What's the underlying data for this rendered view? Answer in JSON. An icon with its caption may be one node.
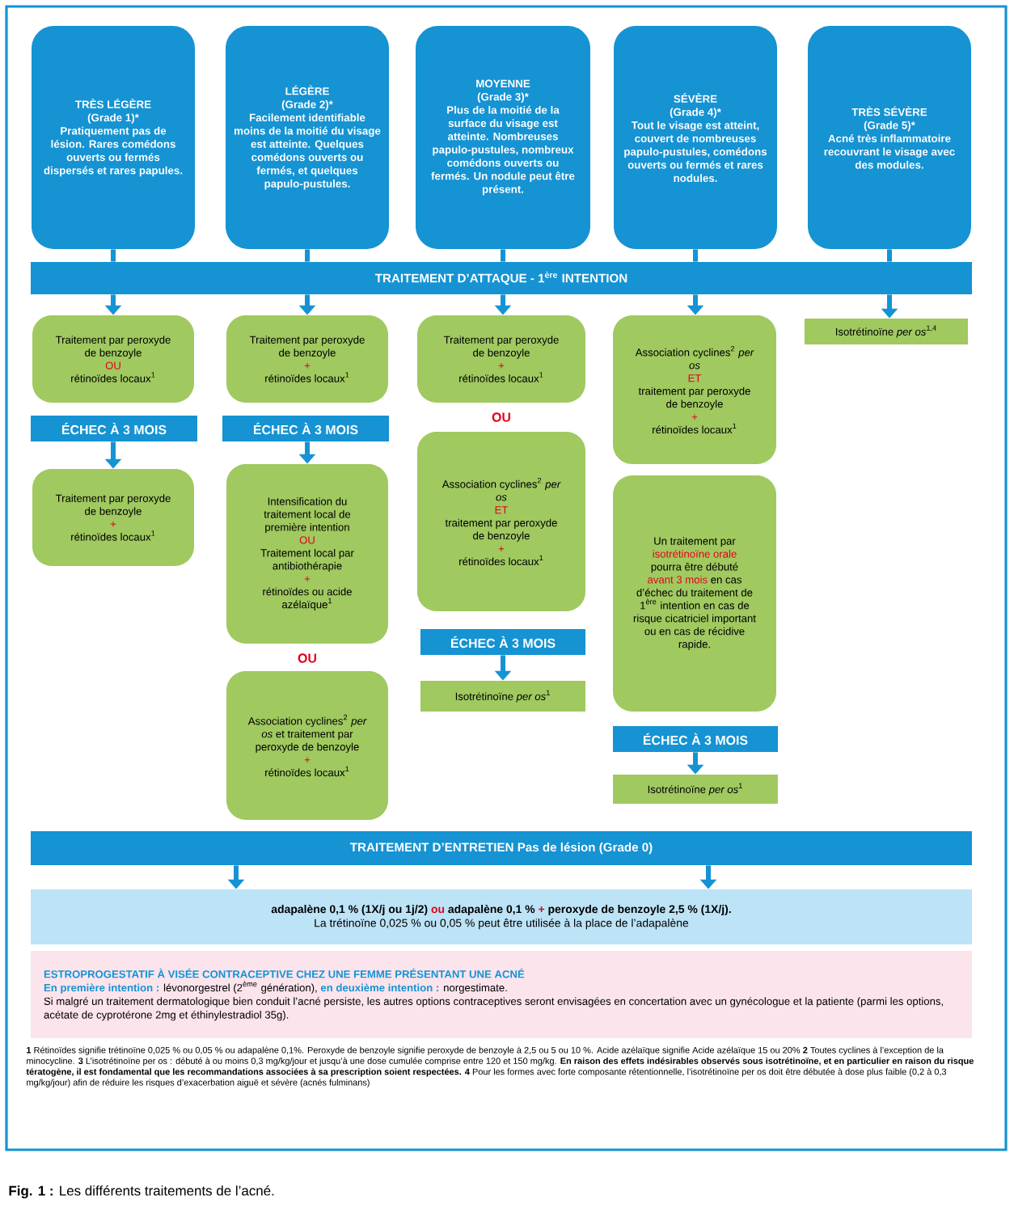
{
  "diagram": {
    "caption": "**Fig. 1 :** Les différents traitements de l’acné.",
    "nodes": [
      {
        "text": [
          "TRÈS LÉGÈRE",
          "(Grade 1)*",
          "Pratiquement pas de lésion. Rares comédons ouverts ou fermés dispersés et rares papules."
        ]
      },
      {
        "text": [
          "LÉGÈRE",
          "(Grade 2)*",
          "Facilement identifiable moins de la moitié du visage est atteinte. Quelques comédons ouverts ou fermés, et quelques papulo-pustules."
        ]
      },
      {
        "text": [
          "MOYENNE",
          "(Grade 3)*",
          "Plus de la moitié de la surface du visage est atteinte. Nombreuses papulo-pustules, nombreux comédons ouverts ou fermés. Un nodule peut être présent."
        ]
      },
      {
        "text": [
          "SÉVÈRE",
          "(Grade 4)*",
          "Tout le visage est atteint, couvert de nombreuses papulo-pustules, comédons ouverts ou fermés et rares nodules."
        ]
      },
      {
        "text": [
          "TRÈS SÉVÈRE",
          "(Grade 5)*",
          "Acné très inflammatoire recouvrant le visage avec des modules."
        ]
      },
      {
        "text": [
          "TRAITEMENT D’ATTAQUE - 1$^{ère}$ INTENTION"
        ]
      },
      {
        "text": [
          "Traitement par peroxyde de benzoyle",
          "OU",
          "rétinoïdes locaux$^{1}$"
        ]
      },
      {
        "text": [
          "ÉCHEC À 3 MOIS"
        ]
      },
      {
        "text": [
          "Traitement par peroxyde de benzoyle",
          "+",
          "rétinoïdes locaux$^{1}$"
        ]
      },
      {
        "text": [
          "Traitement par peroxyde de benzoyle",
          "+",
          "rétinoïdes locaux$^{1}$"
        ]
      },
      {
        "text": [
          "ÉCHEC À 3 MOIS"
        ]
      },
      {
        "text": [
          "Intensification du traitement local de première intention",
          "OU",
          "Traitement local par antibiothérapie",
          "+",
          "rétinoïdes ou acide azélaïque$^{1}$"
        ]
      },
      {
        "text": [
          "Association cyclines$^{2}$ *per os* et traitement par peroxyde de benzoyle",
          "+",
          "rétinoïdes locaux$^{1}$"
        ]
      },
      {
        "text": [
          "Traitement par peroxyde de benzoyle",
          "+",
          "rétinoïdes locaux$^{1}$"
        ]
      },
      {
        "text": [
          "Association cyclines$^{2}$ *per os*",
          "ET",
          "traitement par peroxyde de benzoyle",
          "+",
          "rétinoïdes locaux$^{1}$"
        ]
      },
      {
        "text": [
          "ÉCHEC À 3 MOIS"
        ]
      },
      {
        "text": [
          "Isotrétinoïne *per os*$^{1}$"
        ]
      },
      {
        "text": [
          "Association cyclines$^{2}$ *per os*",
          "ET",
          "traitement par peroxyde de benzoyle",
          "+",
          "rétinoïdes locaux$^{1}$"
        ]
      },
      {
        "text": [
          "Un traitement par",
          "isotrétinoïne orale",
          "pourra être débuté",
          "avant 3 mois",
          "en cas d’échec du traitement de 1$^{ère}$ intention en cas de risque cicatriciel important ou en cas de récidive rapide."
        ]
      },
      {
        "text": [
          "ÉCHEC À 3 MOIS"
        ]
      },
      {
        "text": [
          "Isotrétinoïne *per os*$^{1}$"
        ]
      },
      {
        "text": [
          "Isotrétinoïne *per os*$^{1,4}$"
        ]
      },
      {
        "text": [
          "**TRAITEMENT D’ENTRETIEN** Pas de lésion (Grade 0)"
        ]
      },
      {
        "text": [
          "adapalène 0,1 % (1X/j ou 1j/2)",
          "ou",
          "adapalène 0,1 %",
          "+",
          "peroxyde de benzoyle 2,5 % (1X/j).",
          "La trétinoïne 0,025 % ou 0,05 % peut être utilisée à la place de l’adapalène"
        ]
      },
      {
        "text": [
          "ESTROPROGESTATIF À VISÉE CONTRACEPTIVE CHEZ UNE FEMME PRÉSENTANT UNE ACNÉ",
          "En première intention :",
          "lévonorgestrel (2$^{ème}$ génération),",
          "en deuxième intention :",
          "norgestimate.",
          "Si malgré un traitement dermatologique bien conduit l’acné persiste, les autres options contraceptives seront envisagées en concertation avec un gynécologue et la patiente (parmi les options, acétate de cyprotérone 2mg et éthinylestradiol 35g)."
        ]
      }
    ],
    "edges": [
      {
        "from": 0,
        "to": 5,
        "arrow": "none"
      },
      {
        "from": 1,
        "to": 5,
        "arrow": "none"
      },
      {
        "from": 2,
        "to": 5,
        "arrow": "none"
      },
      {
        "from": 3,
        "to": 5,
        "arrow": "none"
      },
      {
        "from": 4,
        "to": 5,
        "arrow": "none"
      },
      {
        "from": 5,
        "to": 6,
        "arrow": "to"
      },
      {
        "from": 5,
        "to": 9,
        "arrow": "to"
      },
      {
        "from": 5,
        "to": 13,
        "arrow": "to"
      },
      {
        "from": 5,
        "to": 17,
        "arrow": "to"
      },
      {
        "from": 5,
        "to": 21,
        "arrow": "to"
      },
      {
        "from": 7,
        "to": 8,
        "arrow": "to"
      },
      {
        "from": 10,
        "to": 11,
        "arrow": "to"
      },
      {
        "from": 15,
        "to": 16,
        "arrow": "to"
      },
      {
        "from": 19,
        "to": 20,
        "arrow": "to"
      },
      {
        "from": 22,
        "to": 23,
        "arrow": "to"
      },
      {
        "from": 22,
        "to": 23,
        "arrow": "to"
      }
    ],
    "labels": [
      "OU",
      "OU",
      "**1** Rétinoïdes signifie trétinoïne 0,025 % ou 0,05 % ou adapalène 0,1%. Peroxyde de benzoyle signifie peroxyde de benzoyle à 2,5 ou 5 ou 10 %. Acide azélaïque signifie Acide azélaïque 15 ou 20% **2** Toutes cyclines à l’exception de la minocycline. **3** L’isotrétinoïne per os : débuté à ou moins 0,3 mg/kg/jour et jusqu’à une dose cumulée comprise entre 120 et 150 mg/kg. **En raison des effets indésirables observés sous isotrétinoïne, et en particulier en raison du risque tératogène, il est fondamental que les recommandations associées à sa prescription soient respectées. 4** Pour les formes avec forte composante rétentionnelle, l’isotrétinoïne per os doit être débutée à dose plus faible (0,2 à 0,3 mg/kg/jour) afin de réduire les risques d’exacerbation aiguë et sévère (acnés fulminans)"
    ]
  }
}
